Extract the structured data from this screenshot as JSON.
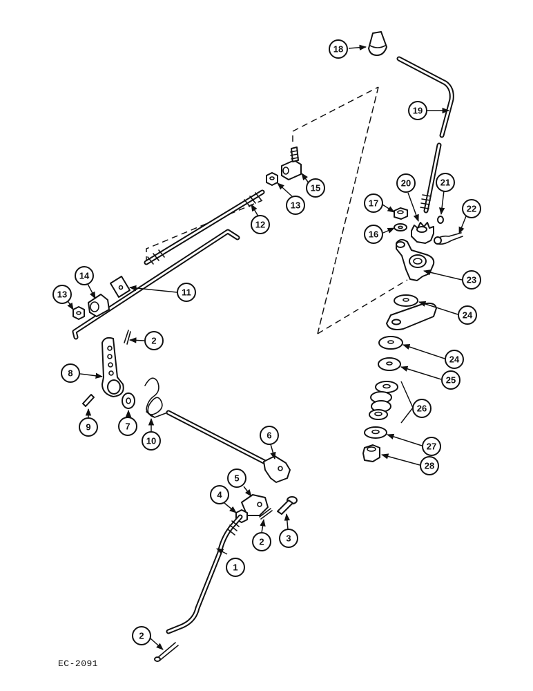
{
  "diagram_code": "EC-2091",
  "callouts": [
    {
      "num": "1"
    },
    {
      "num": "2"
    },
    {
      "num": "2"
    },
    {
      "num": "2"
    },
    {
      "num": "3"
    },
    {
      "num": "4"
    },
    {
      "num": "5"
    },
    {
      "num": "6"
    },
    {
      "num": "7"
    },
    {
      "num": "8"
    },
    {
      "num": "9"
    },
    {
      "num": "10"
    },
    {
      "num": "11"
    },
    {
      "num": "12"
    },
    {
      "num": "13"
    },
    {
      "num": "13"
    },
    {
      "num": "14"
    },
    {
      "num": "15"
    },
    {
      "num": "16"
    },
    {
      "num": "17"
    },
    {
      "num": "18"
    },
    {
      "num": "19"
    },
    {
      "num": "20"
    },
    {
      "num": "21"
    },
    {
      "num": "22"
    },
    {
      "num": "23"
    },
    {
      "num": "24"
    },
    {
      "num": "24"
    },
    {
      "num": "25"
    },
    {
      "num": "26"
    },
    {
      "num": "27"
    },
    {
      "num": "28"
    }
  ]
}
